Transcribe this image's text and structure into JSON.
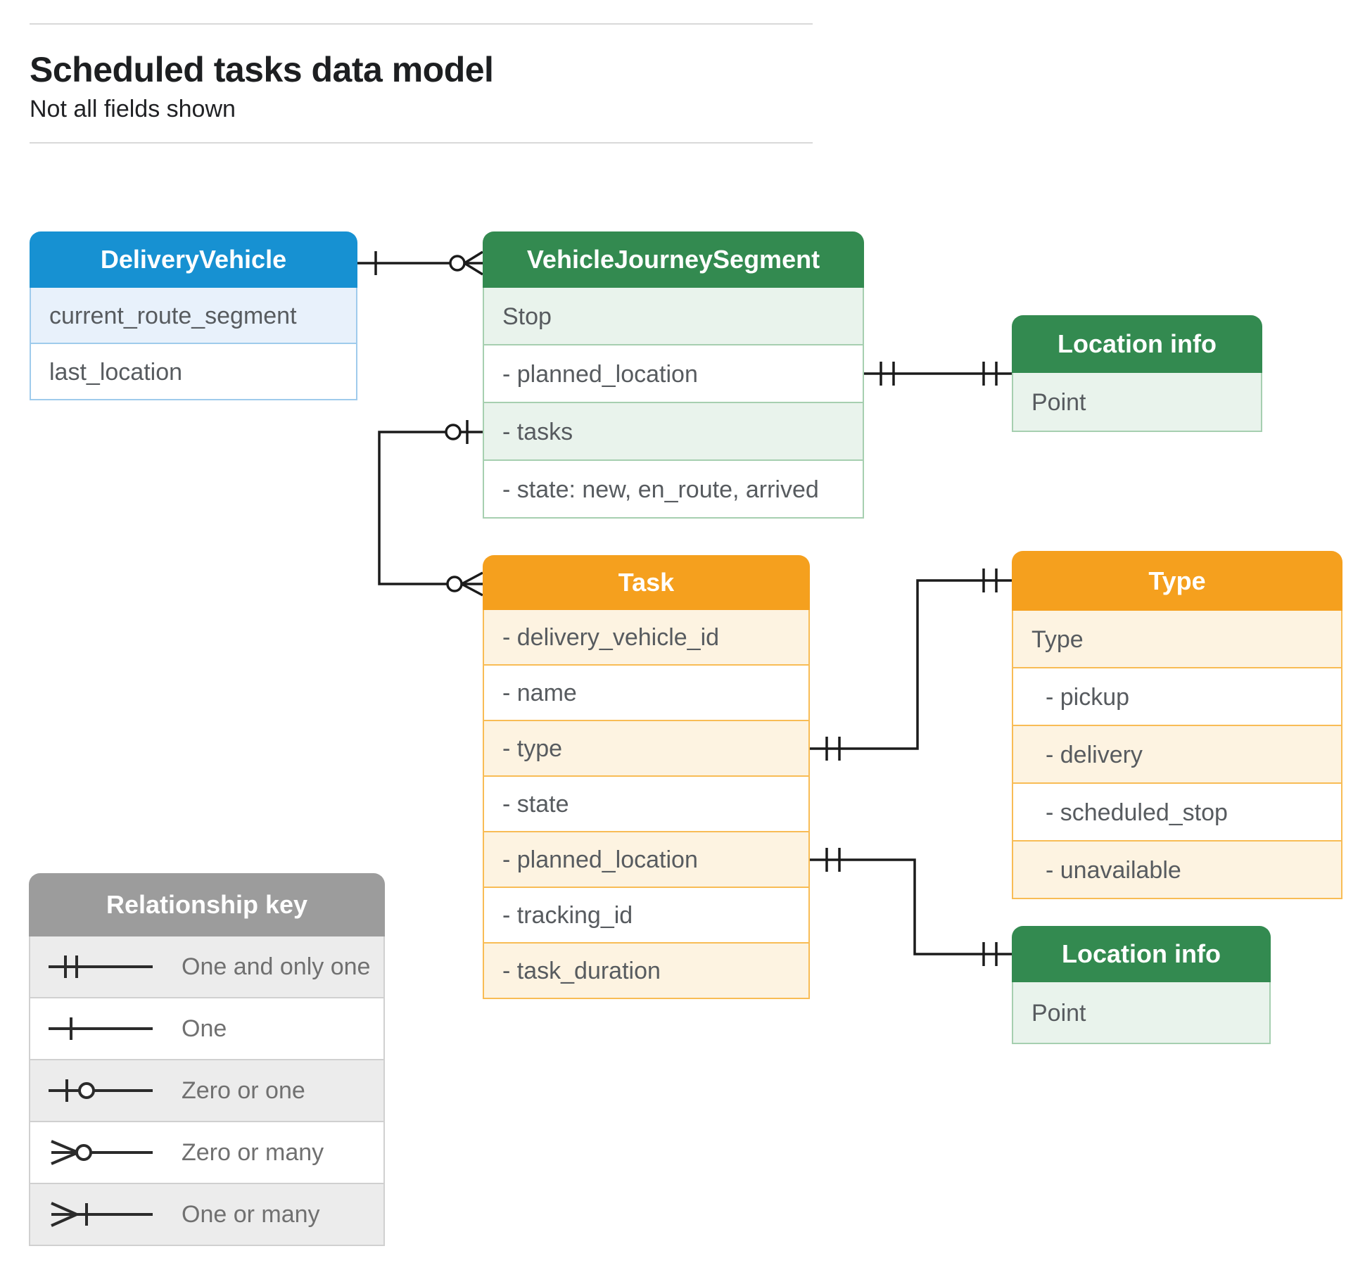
{
  "page": {
    "title": "Scheduled tasks data model",
    "subtitle": "Not all fields shown"
  },
  "colors": {
    "blue_header": "#1791d2",
    "green_header": "#338a50",
    "orange_header": "#f5a01e",
    "gray_header": "#9c9c9c",
    "blue_row": "#e8f1fb",
    "green_row": "#e9f3ec",
    "orange_row": "#fdf3e1",
    "gray_row": "#ececec",
    "connector": "#1b1b1b",
    "field_text": "#575b5f"
  },
  "entities": {
    "delivery_vehicle": {
      "title": "DeliveryVehicle",
      "rows": [
        "current_route_segment",
        "last_location"
      ]
    },
    "vehicle_journey_segment": {
      "title": "VehicleJourneySegment",
      "rows": [
        "Stop",
        "- planned_location",
        "- tasks",
        "- state: new, en_route, arrived"
      ]
    },
    "location_info_top": {
      "title": "Location info",
      "rows": [
        "Point"
      ]
    },
    "task": {
      "title": "Task",
      "rows": [
        "- delivery_vehicle_id",
        "- name",
        "- type",
        "- state",
        "- planned_location",
        "- tracking_id",
        "- task_duration"
      ]
    },
    "type": {
      "title": "Type",
      "rows": [
        "Type",
        "- pickup",
        "- delivery",
        "- scheduled_stop",
        "- unavailable"
      ]
    },
    "location_info_bottom": {
      "title": "Location info",
      "rows": [
        "Point"
      ]
    }
  },
  "relationships": [
    {
      "from": "DeliveryVehicle",
      "to": "VehicleJourneySegment",
      "from_cardinality": "one",
      "to_cardinality": "zero-or-many"
    },
    {
      "from": "VehicleJourneySegment.planned_location",
      "to": "Location info (top)",
      "from_cardinality": "one-and-only-one",
      "to_cardinality": "one-and-only-one"
    },
    {
      "from": "VehicleJourneySegment.tasks",
      "to": "Task",
      "from_cardinality": "zero-or-one",
      "to_cardinality": "zero-or-many"
    },
    {
      "from": "Task.type",
      "to": "Type",
      "from_cardinality": "one-and-only-one",
      "to_cardinality": "one-and-only-one"
    },
    {
      "from": "Task.planned_location",
      "to": "Location info (bottom)",
      "from_cardinality": "one-and-only-one",
      "to_cardinality": "one-and-only-one"
    }
  ],
  "legend": {
    "title": "Relationship key",
    "items": [
      {
        "symbol": "one-and-only-one",
        "label": "One and only one"
      },
      {
        "symbol": "one",
        "label": "One"
      },
      {
        "symbol": "zero-or-one",
        "label": "Zero or one"
      },
      {
        "symbol": "zero-or-many",
        "label": "Zero or many"
      },
      {
        "symbol": "one-or-many",
        "label": "One or many"
      }
    ]
  }
}
